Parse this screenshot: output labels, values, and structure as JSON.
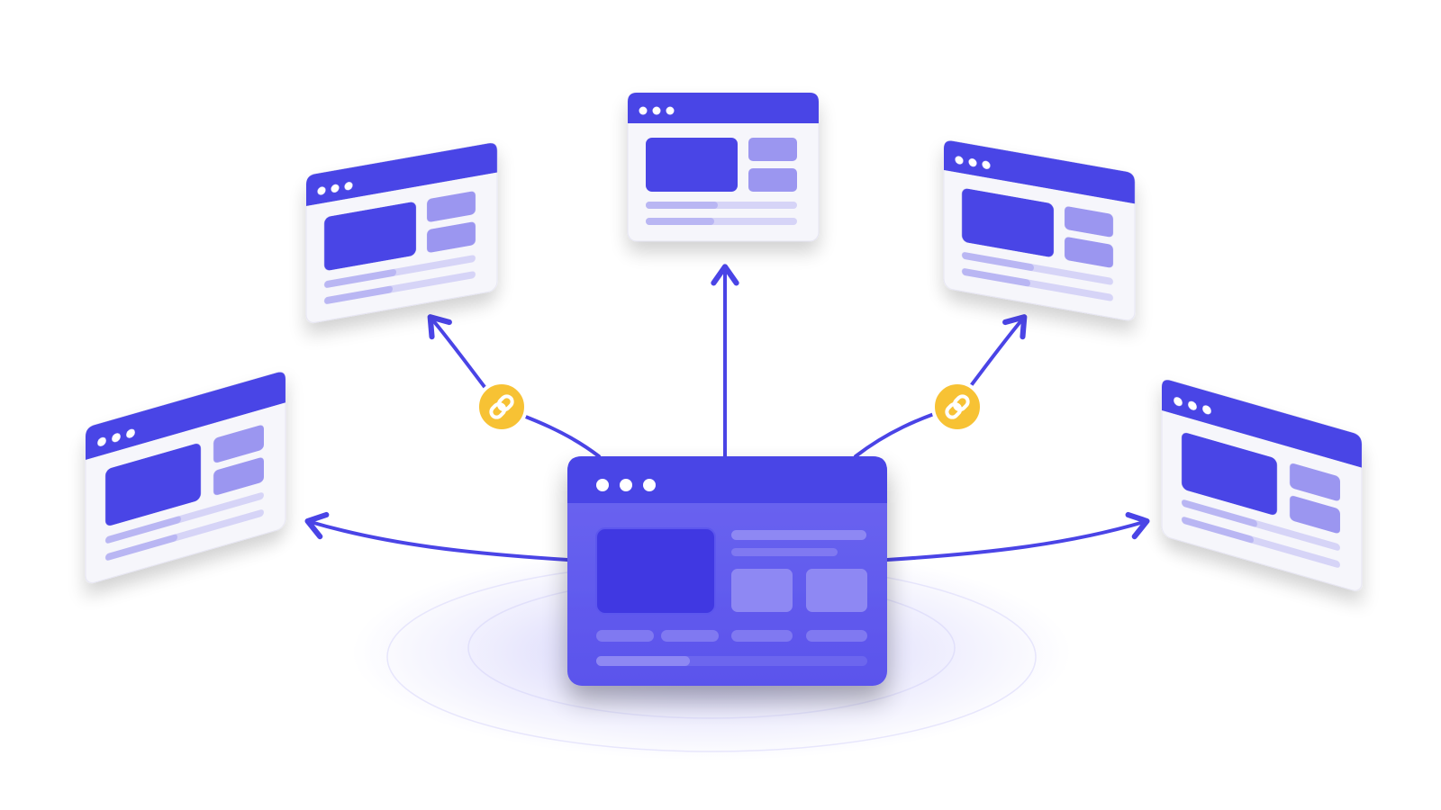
{
  "diagram": {
    "type": "hub-and-spoke",
    "hub": {
      "name": "main-website",
      "style": "filled-browser-window"
    },
    "spokes": [
      {
        "name": "website-far-left",
        "link_icon": false
      },
      {
        "name": "website-upper-left",
        "link_icon": true
      },
      {
        "name": "website-top",
        "link_icon": false
      },
      {
        "name": "website-upper-right",
        "link_icon": true
      },
      {
        "name": "website-far-right",
        "link_icon": false
      }
    ],
    "icons": [
      "link-icon",
      "arrow-head-icon",
      "window-dots-icon"
    ],
    "colors": {
      "primary": "#4A44E6",
      "primary_dark": "#3B33D6",
      "primary_light": "#9B96F0",
      "primary_pale": "#C9C6F6",
      "window_body": "#F6F6FB",
      "link_badge": "#F7C234",
      "link_badge_stroke": "#FFFFFF",
      "background": "#FFFFFF"
    }
  }
}
